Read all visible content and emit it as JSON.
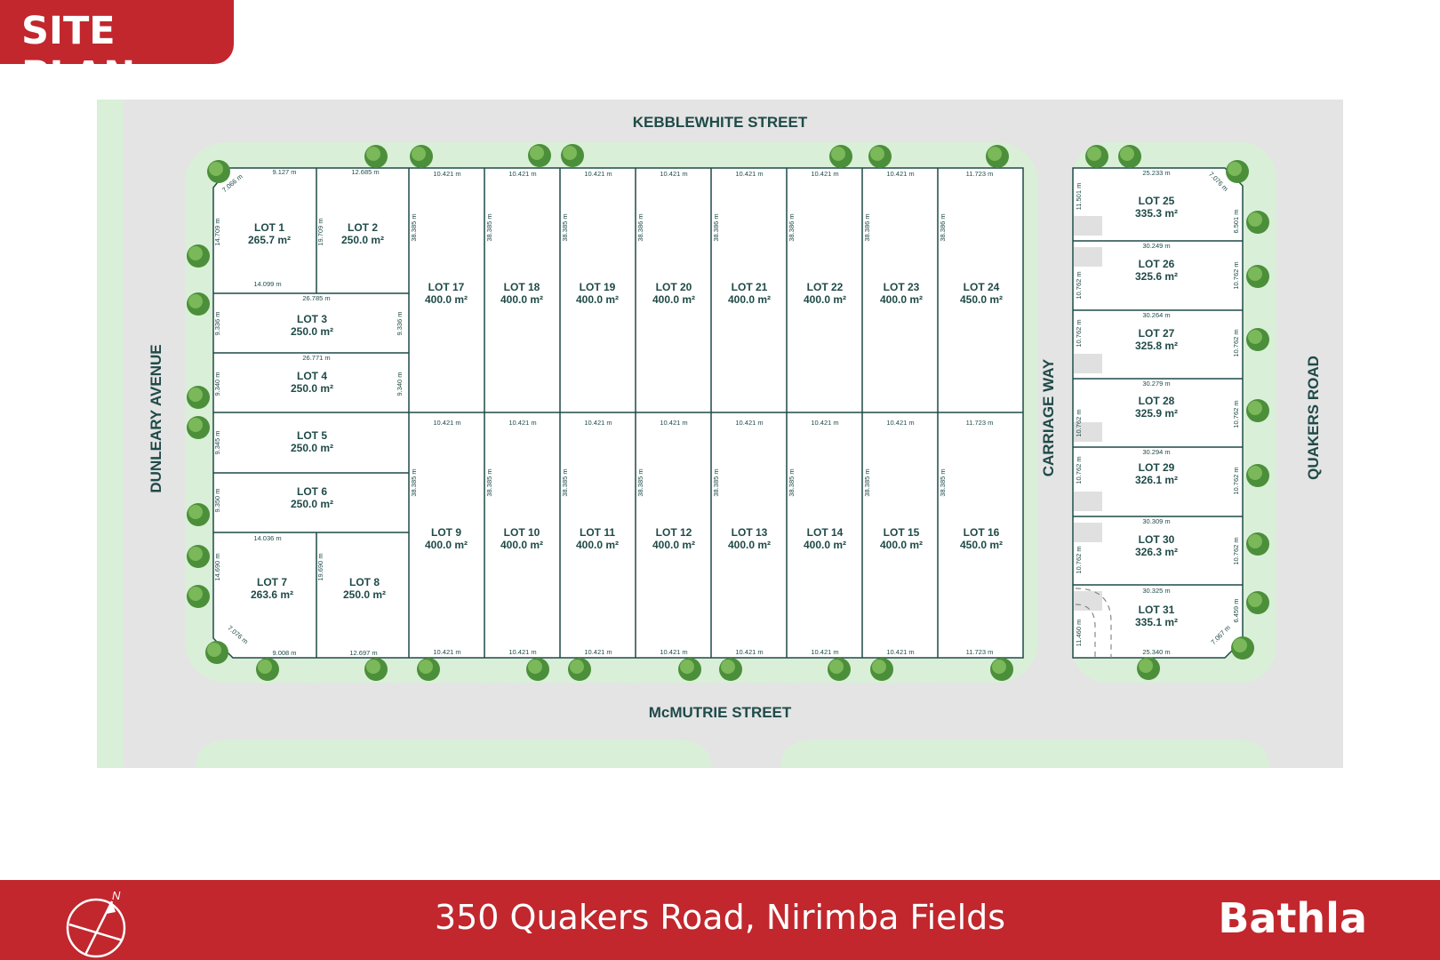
{
  "header": {
    "title": "SITE PLAN"
  },
  "streets": {
    "north": "KEBBLEWHITE STREET",
    "south": "McMUTRIE STREET",
    "west": "DUNLEARY AVENUE",
    "middle": "CARRIAGE WAY",
    "east": "QUAKERS ROAD"
  },
  "lots": [
    {
      "name": "LOT 1",
      "area": "265.7 m²"
    },
    {
      "name": "LOT 2",
      "area": "250.0 m²"
    },
    {
      "name": "LOT 3",
      "area": "250.0 m²"
    },
    {
      "name": "LOT 4",
      "area": "250.0 m²"
    },
    {
      "name": "LOT 5",
      "area": "250.0 m²"
    },
    {
      "name": "LOT 6",
      "area": "250.0 m²"
    },
    {
      "name": "LOT 7",
      "area": "263.6 m²"
    },
    {
      "name": "LOT 8",
      "area": "250.0 m²"
    },
    {
      "name": "LOT 9",
      "area": "400.0 m²"
    },
    {
      "name": "LOT 10",
      "area": "400.0 m²"
    },
    {
      "name": "LOT 11",
      "area": "400.0 m²"
    },
    {
      "name": "LOT 12",
      "area": "400.0 m²"
    },
    {
      "name": "LOT 13",
      "area": "400.0 m²"
    },
    {
      "name": "LOT 14",
      "area": "400.0 m²"
    },
    {
      "name": "LOT 15",
      "area": "400.0 m²"
    },
    {
      "name": "LOT 16",
      "area": "450.0 m²"
    },
    {
      "name": "LOT 17",
      "area": "400.0 m²"
    },
    {
      "name": "LOT 18",
      "area": "400.0 m²"
    },
    {
      "name": "LOT 19",
      "area": "400.0 m²"
    },
    {
      "name": "LOT 20",
      "area": "400.0 m²"
    },
    {
      "name": "LOT 21",
      "area": "400.0 m²"
    },
    {
      "name": "LOT 22",
      "area": "400.0 m²"
    },
    {
      "name": "LOT 23",
      "area": "400.0 m²"
    },
    {
      "name": "LOT 24",
      "area": "450.0 m²"
    },
    {
      "name": "LOT 25",
      "area": "335.3 m²"
    },
    {
      "name": "LOT 26",
      "area": "325.6 m²"
    },
    {
      "name": "LOT 27",
      "area": "325.8 m²"
    },
    {
      "name": "LOT 28",
      "area": "325.9 m²"
    },
    {
      "name": "LOT 29",
      "area": "326.1 m²"
    },
    {
      "name": "LOT 30",
      "area": "326.3 m²"
    },
    {
      "name": "LOT 31",
      "area": "335.1 m²"
    }
  ],
  "dimensions": [
    "9.127 m",
    "12.685 m",
    "7.066 m",
    "14.709 m",
    "19.709 m",
    "14.099 m",
    "26.785 m",
    "9.336 m",
    "9.336 m",
    "26.771 m",
    "9.340 m",
    "9.340 m",
    "9.345 m",
    "9.350 m",
    "14.036 m",
    "14.690 m",
    "19.690 m",
    "7.076 m",
    "9.008 m",
    "12.697 m",
    "10.421 m",
    "10.421 m",
    "10.421 m",
    "10.421 m",
    "10.421 m",
    "10.421 m",
    "10.421 m",
    "11.723 m",
    "38.385 m",
    "38.385 m",
    "38.385 m",
    "38.386 m",
    "38.386 m",
    "38.386 m",
    "38.386 m",
    "38.386 m",
    "10.421 m",
    "10.421 m",
    "10.421 m",
    "10.421 m",
    "10.421 m",
    "10.421 m",
    "10.421 m",
    "11.723 m",
    "38.385 m",
    "38.385 m",
    "38.385 m",
    "38.385 m",
    "38.385 m",
    "38.385 m",
    "38.385 m",
    "38.385 m",
    "10.421 m",
    "10.421 m",
    "10.421 m",
    "10.421 m",
    "10.421 m",
    "10.421 m",
    "10.421 m",
    "11.723 m",
    "25.233 m",
    "7.076 m",
    "11.501 m",
    "6.501 m",
    "30.249 m",
    "10.762 m",
    "10.762 m",
    "30.264 m",
    "10.762 m",
    "10.762 m",
    "30.279 m",
    "10.762 m",
    "10.762 m",
    "30.294 m",
    "10.762 m",
    "10.762 m",
    "30.309 m",
    "10.762 m",
    "10.762 m",
    "30.325 m",
    "11.460 m",
    "6.459 m",
    "7.067 m",
    "25.340 m"
  ],
  "footer": {
    "address": "350 Quakers Road, Nirimba Fields",
    "brand": "Bathla",
    "compass_label": "N"
  },
  "colors": {
    "brand_red": "#c1272d",
    "road": "#e4e4e4",
    "verge": "#d9efd8",
    "lot_line": "#1f4a48",
    "tree": "#4c8f3a"
  }
}
